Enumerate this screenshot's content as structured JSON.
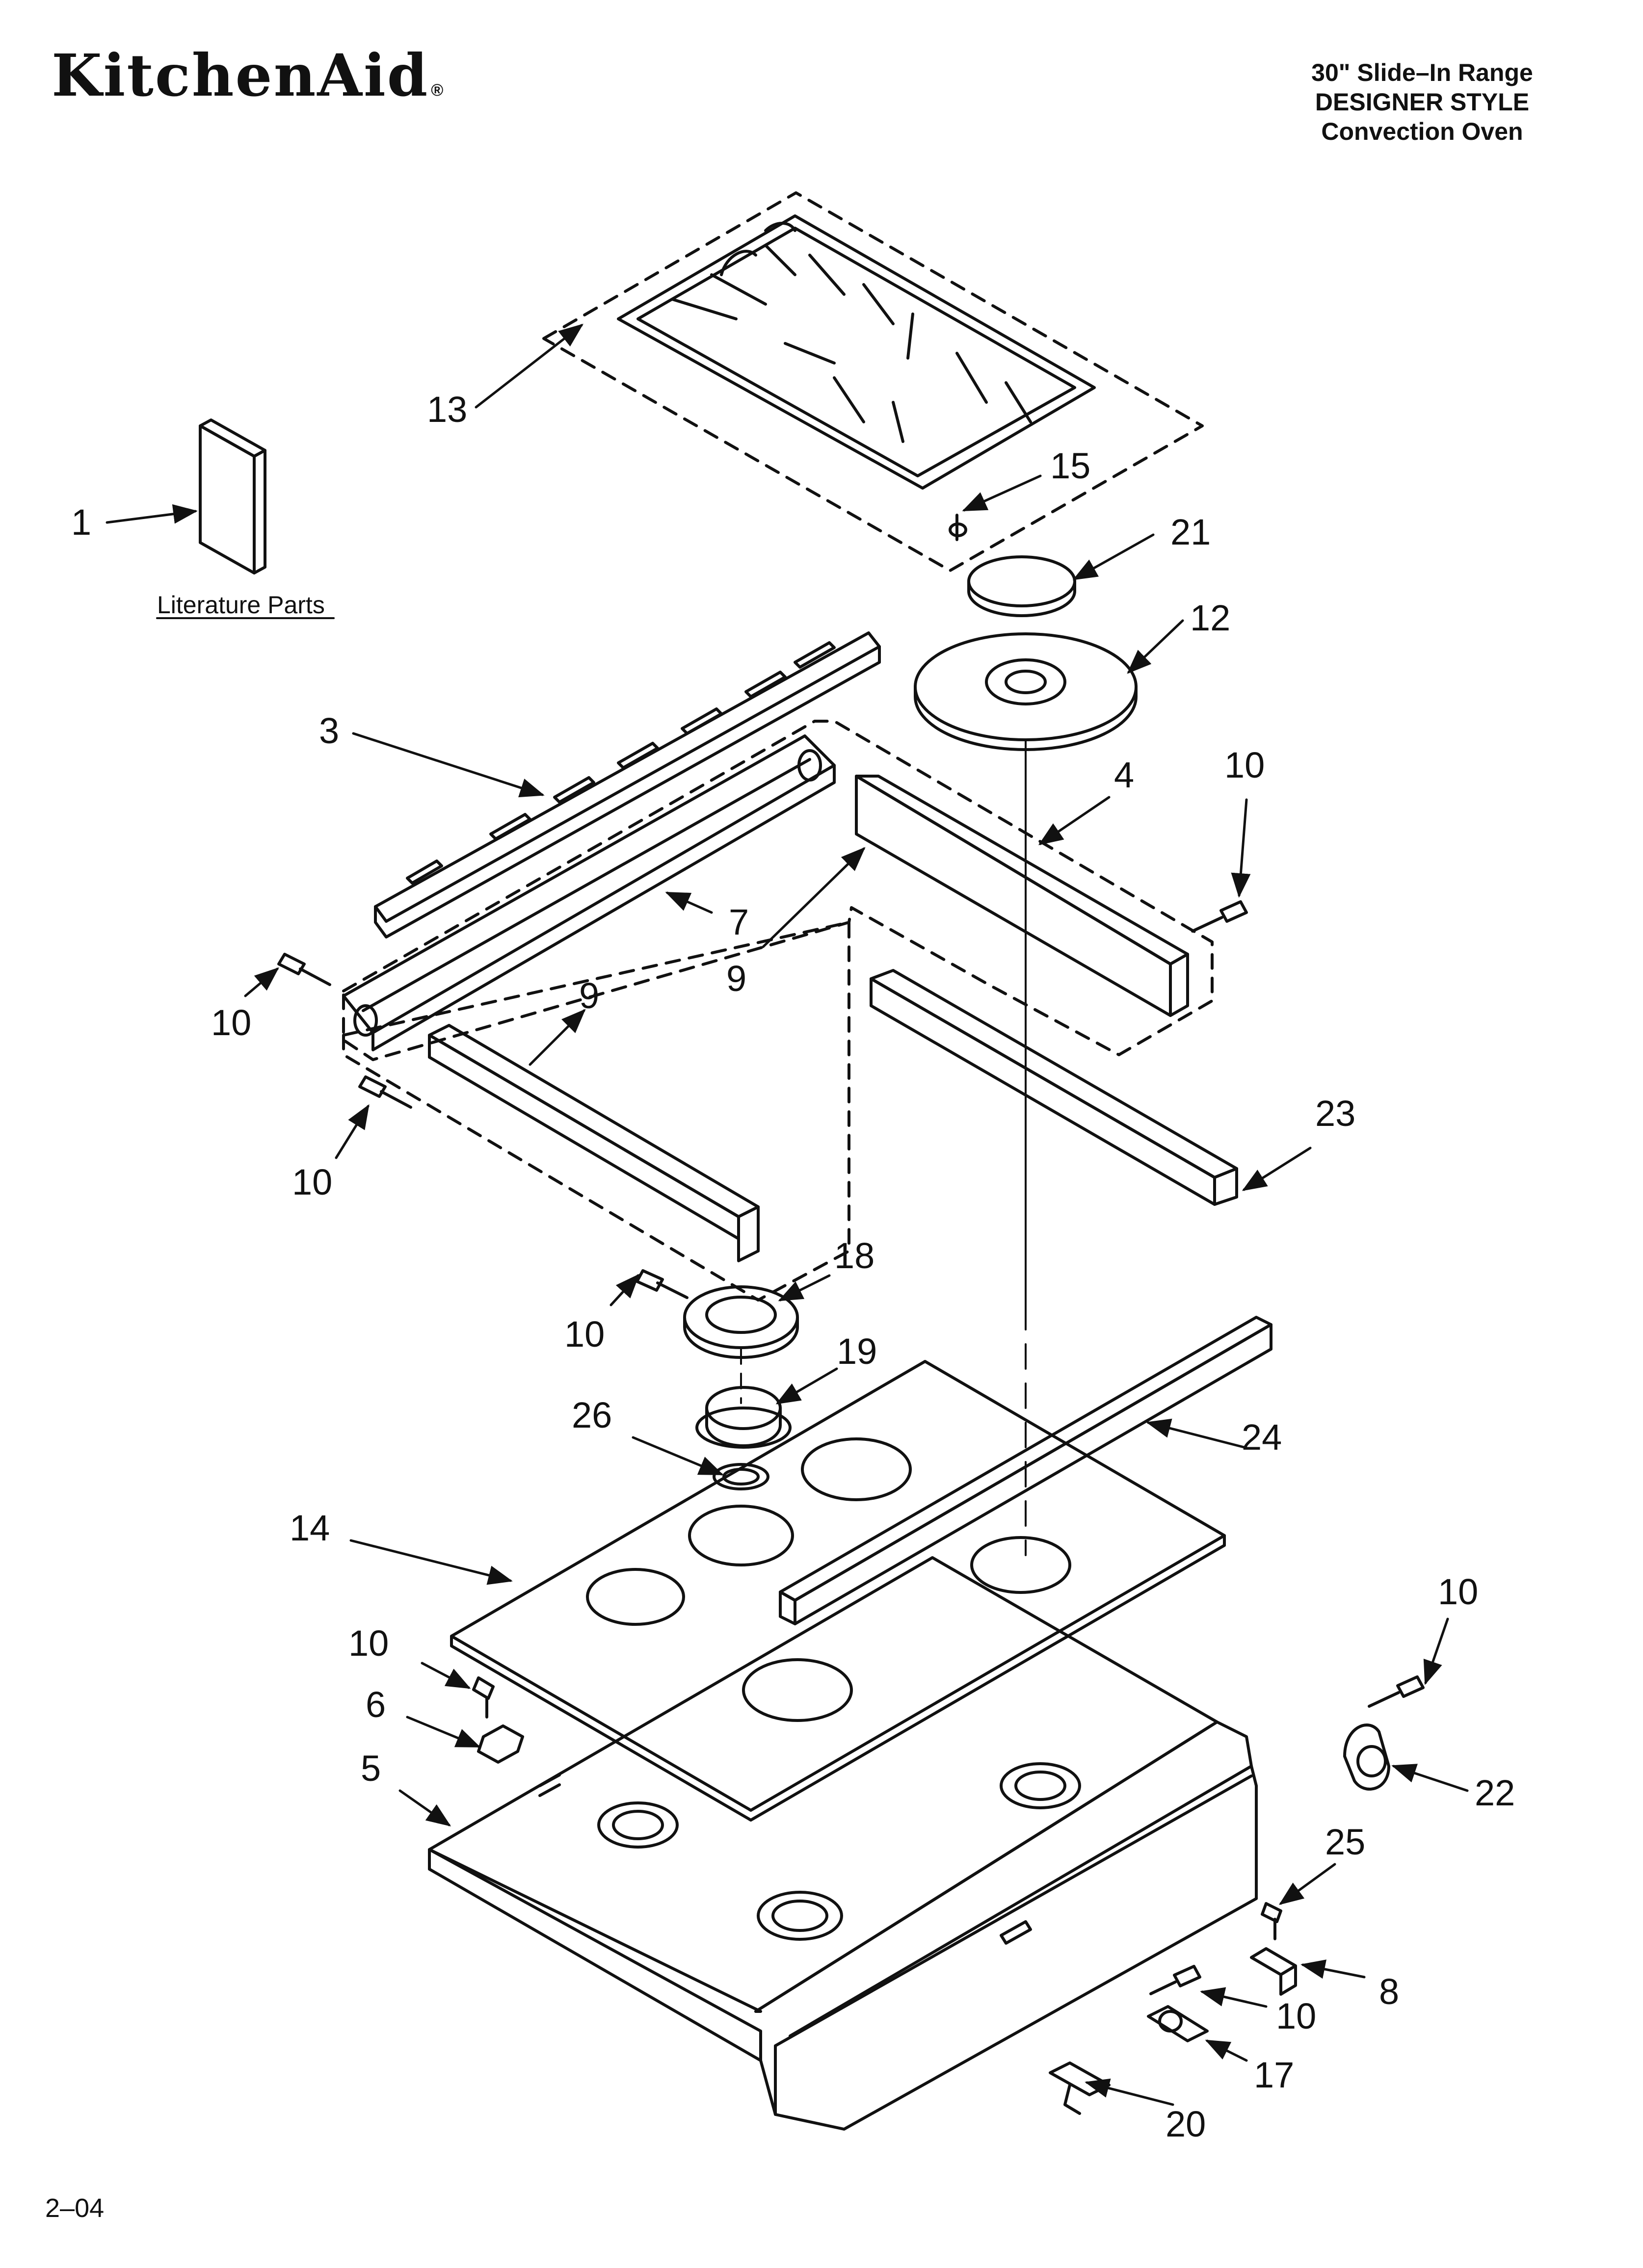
{
  "brand": {
    "logo_text": "KitchenAid",
    "registered_mark": "®"
  },
  "header": {
    "line1": "30\" Slide–In Range",
    "line2": "DESIGNER STYLE",
    "line3": "Convection Oven"
  },
  "footer": {
    "page_code": "2–04"
  },
  "literature_label": "Literature Parts",
  "callouts": {
    "c1": "1",
    "c3": "3",
    "c4": "4",
    "c5": "5",
    "c6": "6",
    "c7": "7",
    "c8": "8",
    "c9a": "9",
    "c9b": "9",
    "c10a": "10",
    "c10b": "10",
    "c10c": "10",
    "c10d": "10",
    "c10e": "10",
    "c10f": "10",
    "c10g": "10",
    "c12": "12",
    "c13": "13",
    "c14": "14",
    "c15": "15",
    "c17": "17",
    "c18": "18",
    "c19": "19",
    "c20": "20",
    "c21": "21",
    "c22": "22",
    "c23": "23",
    "c24": "24",
    "c25": "25",
    "c26": "26"
  },
  "colors": {
    "ink": "#111111",
    "paper": "#ffffff"
  }
}
